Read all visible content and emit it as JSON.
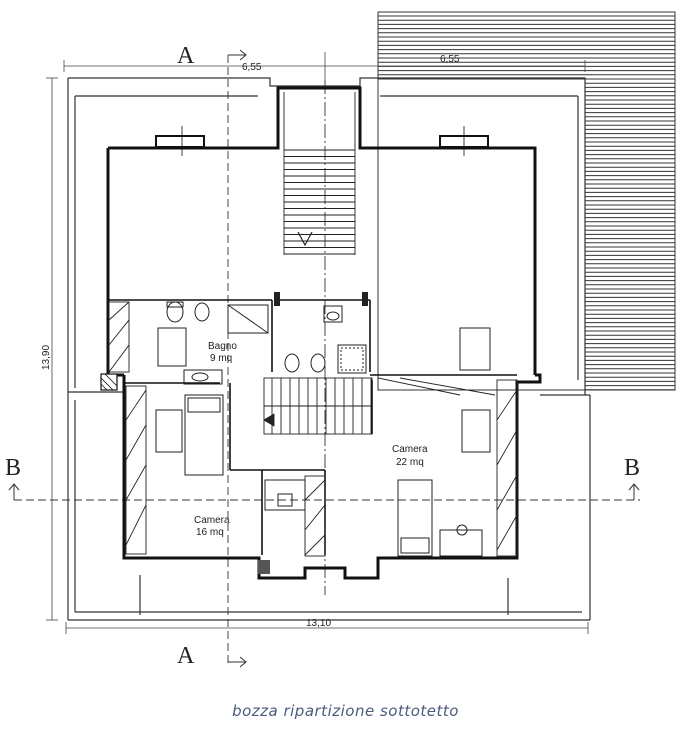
{
  "plan": {
    "dimensions": {
      "top_left": "6,55",
      "top_right": "6,55",
      "bottom": "13,10",
      "left": "13,90"
    },
    "section_marks": {
      "top": "A",
      "bottom": "A",
      "left": "B",
      "right": "B"
    },
    "rooms": {
      "bagno": {
        "name": "Bagno",
        "area": "9 mq"
      },
      "camera_large": {
        "name": "Camera",
        "area": "22 mq"
      },
      "camera_small": {
        "name": "Camera",
        "area": "16 mq"
      }
    }
  },
  "caption": "bozza ripartizione sottotetto",
  "colors": {
    "ink": "#1a1a1a",
    "caption": "#4a5a7a"
  }
}
